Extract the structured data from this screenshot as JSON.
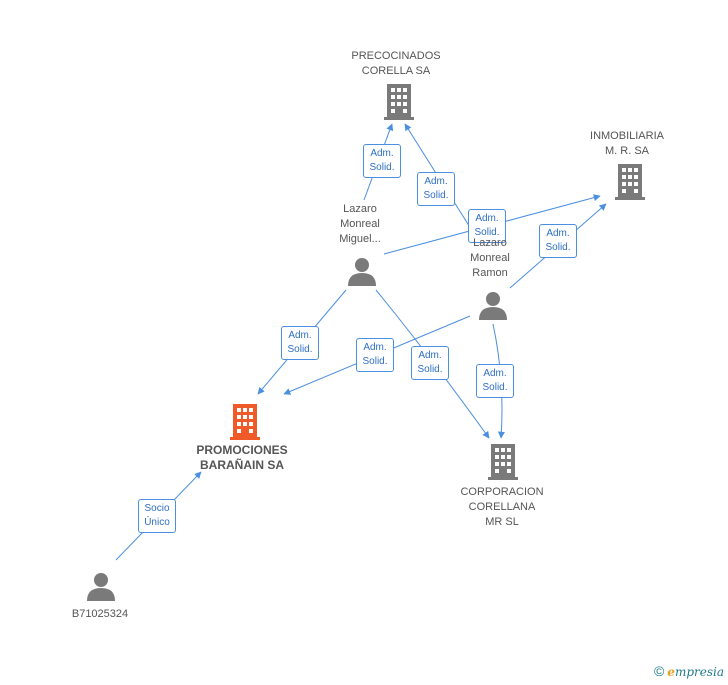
{
  "nodes": [
    {
      "id": "precocinados",
      "kind": "company",
      "label": [
        "PRECOCINADOS",
        "CORELLA SA"
      ],
      "focus": false
    },
    {
      "id": "inmobiliaria",
      "kind": "company",
      "label": [
        "INMOBILIARIA",
        "M. R. SA"
      ],
      "focus": false
    },
    {
      "id": "promociones",
      "kind": "company",
      "label": [
        "PROMOCIONES",
        "BARAÑAIN SA"
      ],
      "focus": true
    },
    {
      "id": "corporacion",
      "kind": "company",
      "label": [
        "CORPORACION",
        "CORELLANA",
        "MR SL"
      ],
      "focus": false
    },
    {
      "id": "lazaro_miguel",
      "kind": "person",
      "label": [
        "Lazaro",
        "Monreal",
        "Miguel..."
      ],
      "focus": false
    },
    {
      "id": "lazaro_ramon",
      "kind": "person",
      "label": [
        "Lazaro",
        "Monreal",
        "Ramon"
      ],
      "focus": false
    },
    {
      "id": "b71025324",
      "kind": "person",
      "label": [
        "B71025324"
      ],
      "focus": false
    }
  ],
  "edges": [
    {
      "label": [
        "Adm.",
        "Solid."
      ]
    },
    {
      "label": [
        "Adm.",
        "Solid."
      ]
    },
    {
      "label": [
        "Adm.",
        "Solid."
      ]
    },
    {
      "label": [
        "Adm.",
        "Solid."
      ]
    },
    {
      "label": [
        "Adm.",
        "Solid."
      ]
    },
    {
      "label": [
        "Adm.",
        "Solid."
      ]
    },
    {
      "label": [
        "Adm.",
        "Solid."
      ]
    },
    {
      "label": [
        "Adm.",
        "Solid."
      ]
    },
    {
      "label": [
        "Socio",
        "Único"
      ]
    }
  ],
  "footer": {
    "copyright": "©",
    "brand_initial": "e",
    "brand_rest": "mpresia"
  },
  "colors": {
    "edge": "#4a8fe0",
    "company": "#7a7a7a",
    "focus_company": "#f05a28",
    "person": "#7a7a7a"
  }
}
